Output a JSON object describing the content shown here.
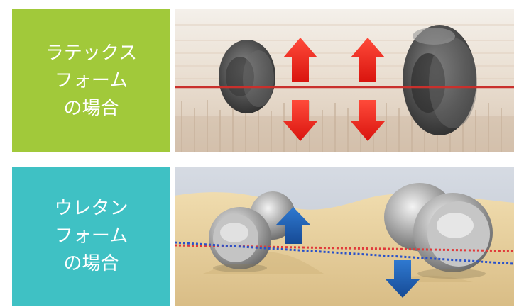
{
  "panels": [
    {
      "label_lines": [
        "ラテックス",
        "フォーム",
        "の場合"
      ],
      "label_bg": "#a1c93a",
      "foam": "latex",
      "arrow_color": "#e8261f"
    },
    {
      "label_lines": [
        "ウレタン",
        "フォーム",
        "の場合"
      ],
      "label_bg": "#3fc1c4",
      "foam": "urethane",
      "arrow_color": "#1e5fb5"
    }
  ]
}
